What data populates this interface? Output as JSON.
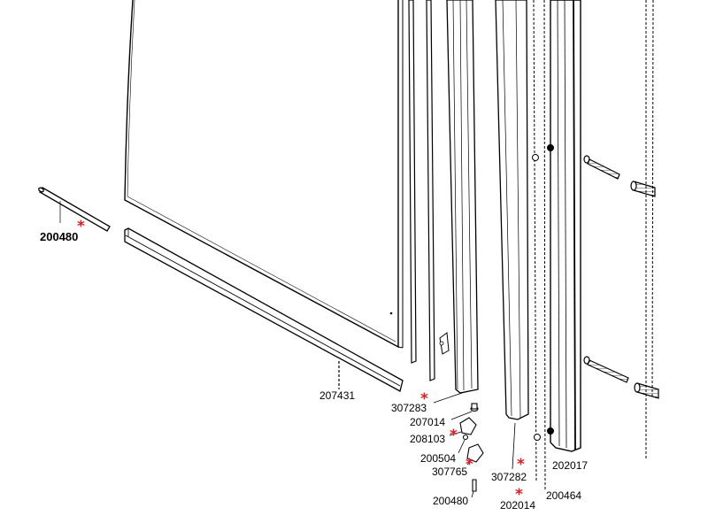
{
  "colors": {
    "line": "#000000",
    "star": "#e8191f"
  },
  "parts": {
    "p200480_top": "200480",
    "p207431": "207431",
    "p307283": "307283",
    "p207014": "207014",
    "p208103": "208103",
    "p200504": "200504",
    "p307765": "307765",
    "p200480_bottom": "200480",
    "p307282": "307282",
    "p202017": "202017",
    "p202014": "202014",
    "p200464": "200464"
  },
  "star_glyph": "*"
}
